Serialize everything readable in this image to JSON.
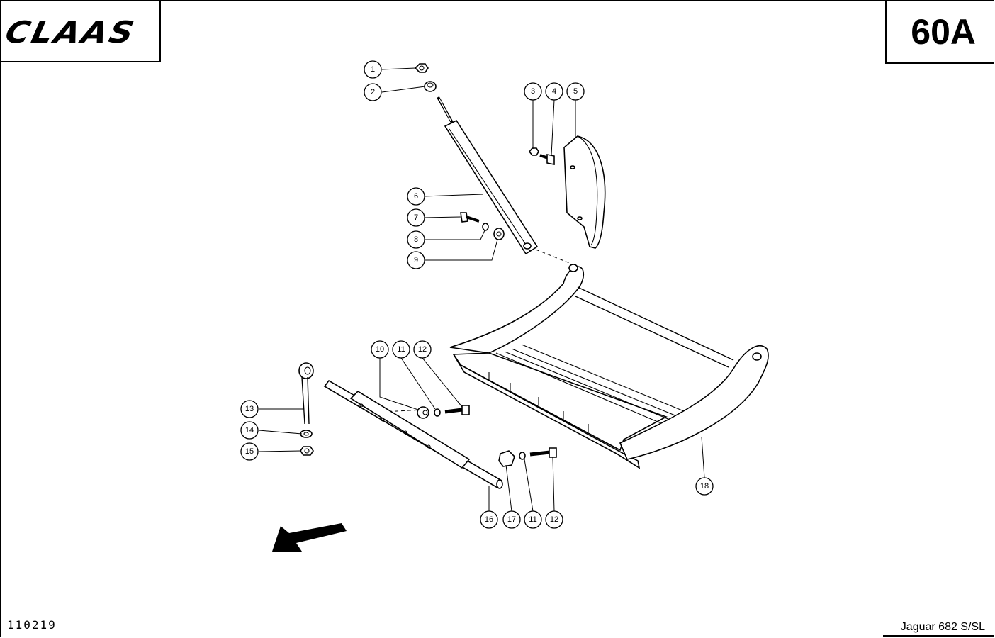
{
  "header": {
    "brand": "CLAAS",
    "page_number": "60A"
  },
  "footer": {
    "drawing_number": "110219",
    "model": "Jaguar 682 S/SL"
  },
  "callouts": [
    {
      "label": "1"
    },
    {
      "label": "2"
    },
    {
      "label": "3"
    },
    {
      "label": "4"
    },
    {
      "label": "5"
    },
    {
      "label": "6"
    },
    {
      "label": "7"
    },
    {
      "label": "8"
    },
    {
      "label": "9"
    },
    {
      "label": "10"
    },
    {
      "label": "11"
    },
    {
      "label": "12"
    },
    {
      "label": "13"
    },
    {
      "label": "14"
    },
    {
      "label": "15"
    },
    {
      "label": "16"
    },
    {
      "label": "17"
    },
    {
      "label": "11"
    },
    {
      "label": "12"
    },
    {
      "label": "18"
    }
  ]
}
